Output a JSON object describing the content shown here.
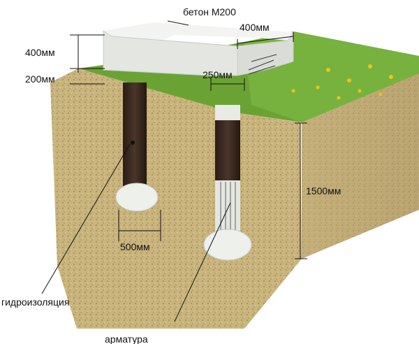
{
  "labels": {
    "concrete": "бетон М200",
    "beam_height": "400мм",
    "above_ground": "200мм",
    "beam_width": "400мм",
    "column_width": "250мм",
    "depth": "1500мм",
    "base_width": "500мм",
    "waterproofing": "гидроизоляция",
    "rebar": "арматура"
  },
  "colors": {
    "soil": "#c8b27a",
    "soil_dark": "#a48b55",
    "grass": "#5f9a2c",
    "concrete": "#e8ebe6",
    "waterproofing": "#3a2a22"
  }
}
